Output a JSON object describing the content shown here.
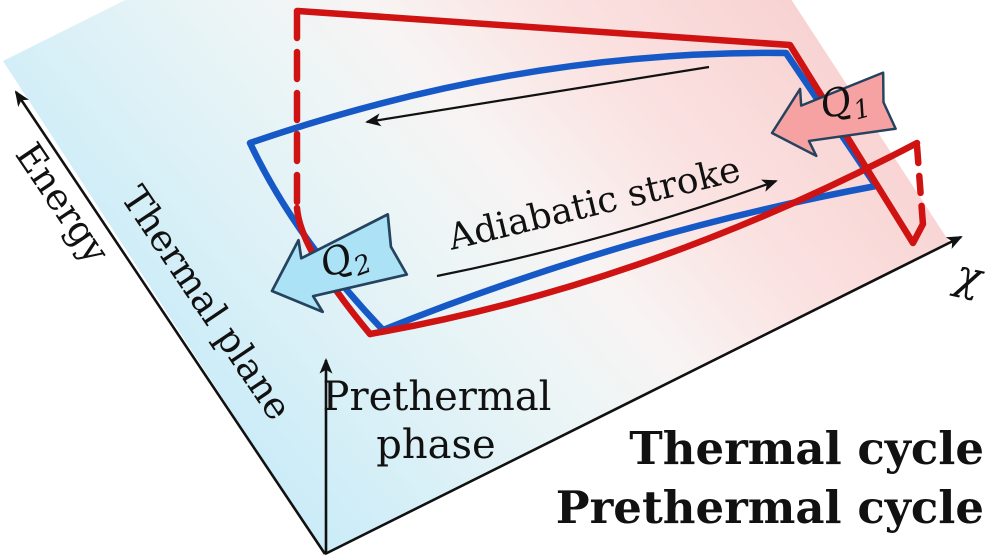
{
  "figure": {
    "axes": {
      "energy_label": "Energy",
      "plane_label": "Thermal plane",
      "chi_label": "χ",
      "phase_label_line1": "Prethermal",
      "phase_label_line2": "phase"
    },
    "annotations": {
      "adiabatic_label": "Adiabatic stroke",
      "q1_label": "Q",
      "q1_sub": "1",
      "q2_label": "Q",
      "q2_sub": "2"
    },
    "legend": [
      {
        "label": "Thermal cycle",
        "color": "#1659c6"
      },
      {
        "label": "Prethermal cycle",
        "color": "#cf1212"
      }
    ]
  },
  "colors": {
    "thermal": "#1659c6",
    "prethermal": "#cf1212",
    "q1Fill": "#f7a2a2",
    "q2Fill": "#ace2f5",
    "arrowOutline": "#25435e",
    "planeBlue": "#c7ebf8",
    "planePink": "#f8cdcd"
  }
}
